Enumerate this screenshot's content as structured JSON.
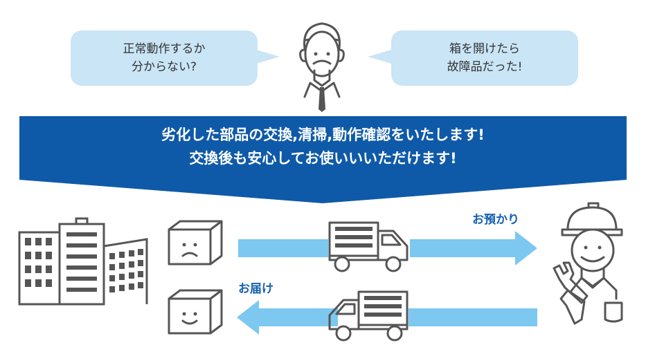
{
  "bubbles": {
    "left": [
      "正常動作するか",
      "分からない?"
    ],
    "right": [
      "箱を開けたら",
      "故障品だった!"
    ]
  },
  "banner": {
    "line1": "劣化した部品の交換,清掃,動作確認をいたします!",
    "line2": "交換後も安心してお使いいいただけます!"
  },
  "flow": {
    "pickup_label": "お預かり",
    "delivery_label": "お届け"
  },
  "colors": {
    "banner": "#0f5aa8",
    "bubble": "#c9e5f6",
    "arrow": "#7cc8f0",
    "icon_stroke": "#555555",
    "label": "#1460b0"
  }
}
